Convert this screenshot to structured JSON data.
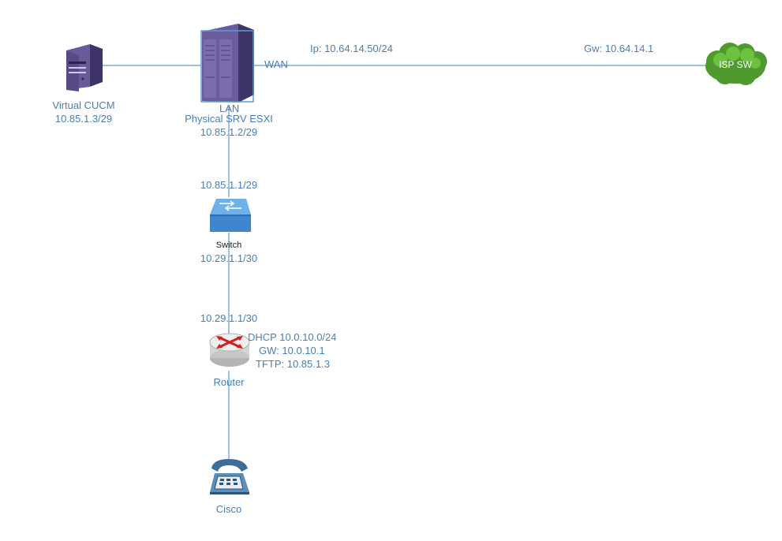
{
  "colors": {
    "link": "#5b9bd5",
    "text": "#4a7fb5",
    "server": "#6a5a9a",
    "cloud": "#5aa832",
    "switch": "#4a8fd0"
  },
  "nodes": {
    "cucm": {
      "name": "Virtual CUCM",
      "ip": "10.85.1.3/29",
      "icon": "server-tower-icon"
    },
    "esxi": {
      "name": "Physical SRV ESXI",
      "ip": "10.85.1.2/29",
      "wan_port": "WAN",
      "lan_port": "LAN",
      "icon": "server-rack-icon"
    },
    "isp": {
      "name": "ISP SW",
      "icon": "cloud-icon"
    },
    "switch": {
      "name": "Switch",
      "ip_top": "10.85.1.1/29",
      "ip_bottom": "10.29.1.1/30",
      "icon": "switch-icon"
    },
    "router": {
      "name": "Router",
      "ip_top": "10.29.1.1/30",
      "dhcp": "DHCP 10.0.10.0/24",
      "gw": "GW: 10.0.10.1",
      "tftp": "TFTP: 10.85.1.3",
      "icon": "router-icon"
    },
    "phone": {
      "name": "Cisco",
      "icon": "phone-icon"
    }
  },
  "wan_link": {
    "ip": "Ip: 10.64.14.50/24",
    "gw": "Gw: 10.64.14.1"
  }
}
